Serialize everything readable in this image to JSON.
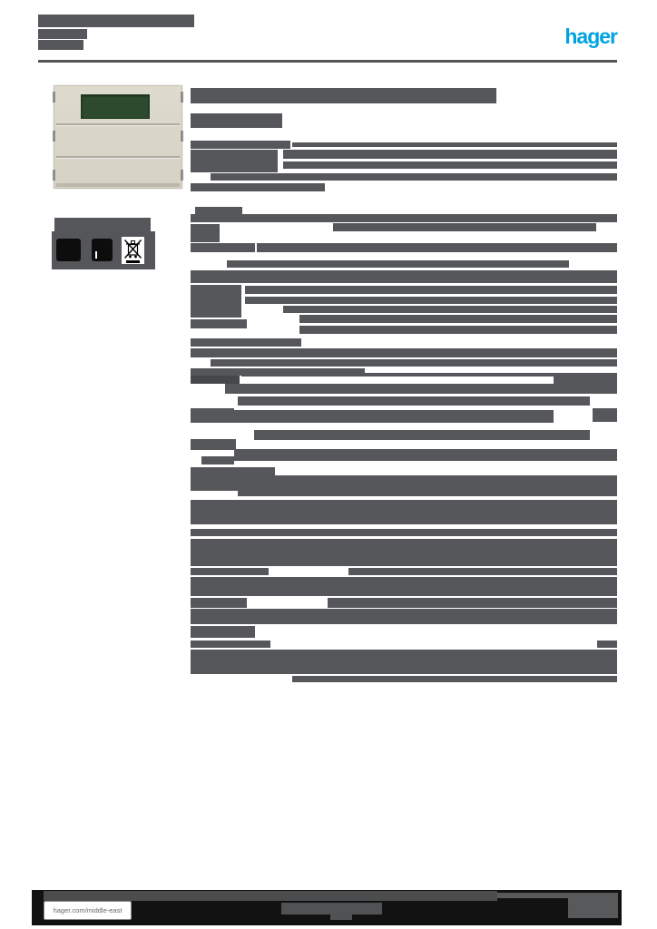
{
  "header": {
    "logo_text": "hager",
    "logo_color": "#00a3e0"
  },
  "product": {
    "photo": {
      "body_color": "#d8d5c8",
      "display_color": "#2d4a2e",
      "description_icon": "push-button-with-lcd-photo"
    },
    "icons": {
      "left_icon": "black-square-certification-icon",
      "middle_icon": "black-square-certification-icon",
      "right_icon": "weee-crossed-out-bin-icon"
    }
  },
  "footer": {
    "website": "hager.com/middle-east"
  },
  "colors": {
    "redaction_gray": "#56575a",
    "redaction_dark": "#46474a",
    "footer_band": "#121212",
    "brand_cyan": "#00a3e0"
  },
  "redactions": [
    [
      42,
      16,
      172,
      14
    ],
    [
      42,
      32,
      54,
      11
    ],
    [
      42,
      44,
      50,
      11
    ],
    [
      60,
      240,
      106,
      15
    ],
    [
      210,
      97,
      337,
      17
    ],
    [
      210,
      125,
      101,
      16
    ],
    [
      210,
      155,
      110,
      9
    ],
    [
      322,
      157,
      358,
      5
    ],
    [
      210,
      165,
      96,
      25
    ],
    [
      312,
      165,
      368,
      10
    ],
    [
      312,
      178,
      368,
      8
    ],
    [
      232,
      191,
      448,
      8
    ],
    [
      210,
      202,
      148,
      9
    ],
    [
      215,
      228,
      52,
      8
    ],
    [
      210,
      236,
      470,
      9
    ],
    [
      210,
      247,
      32,
      20
    ],
    [
      367,
      246,
      290,
      9
    ],
    [
      210,
      268,
      71,
      10
    ],
    [
      283,
      268,
      397,
      10
    ],
    [
      250,
      287,
      377,
      8
    ],
    [
      210,
      298,
      470,
      14
    ],
    [
      210,
      314,
      56,
      36
    ],
    [
      270,
      315,
      410,
      9
    ],
    [
      270,
      327,
      410,
      8
    ],
    [
      312,
      337,
      368,
      8
    ],
    [
      330,
      347,
      350,
      9
    ],
    [
      210,
      352,
      62,
      10
    ],
    [
      330,
      359,
      350,
      9
    ],
    [
      210,
      373,
      122,
      9
    ],
    [
      210,
      384,
      470,
      10
    ],
    [
      232,
      396,
      448,
      8
    ],
    [
      210,
      406,
      192,
      8
    ],
    [
      210,
      414,
      54,
      9,
      "dark"
    ],
    [
      266,
      411,
      414,
      4
    ],
    [
      248,
      423,
      362,
      11
    ],
    [
      610,
      415,
      70,
      19
    ],
    [
      262,
      437,
      388,
      10
    ],
    [
      210,
      450,
      48,
      16
    ],
    [
      257,
      452,
      353,
      14
    ],
    [
      653,
      450,
      27,
      15
    ],
    [
      280,
      474,
      370,
      11
    ],
    [
      210,
      484,
      50,
      12
    ],
    [
      258,
      495,
      422,
      13
    ],
    [
      222,
      503,
      36,
      9
    ],
    [
      210,
      515,
      93,
      26
    ],
    [
      262,
      524,
      418,
      23
    ],
    [
      210,
      551,
      470,
      27
    ],
    [
      210,
      583,
      470,
      8
    ],
    [
      210,
      594,
      470,
      30
    ],
    [
      210,
      626,
      86,
      8
    ],
    [
      384,
      626,
      296,
      8
    ],
    [
      210,
      636,
      470,
      21
    ],
    [
      210,
      659,
      62,
      11
    ],
    [
      361,
      659,
      319,
      11
    ],
    [
      210,
      671,
      470,
      17
    ],
    [
      210,
      690,
      71,
      13
    ],
    [
      210,
      706,
      88,
      8
    ],
    [
      658,
      706,
      22,
      8
    ],
    [
      210,
      716,
      470,
      27
    ],
    [
      322,
      745,
      358,
      7
    ]
  ]
}
